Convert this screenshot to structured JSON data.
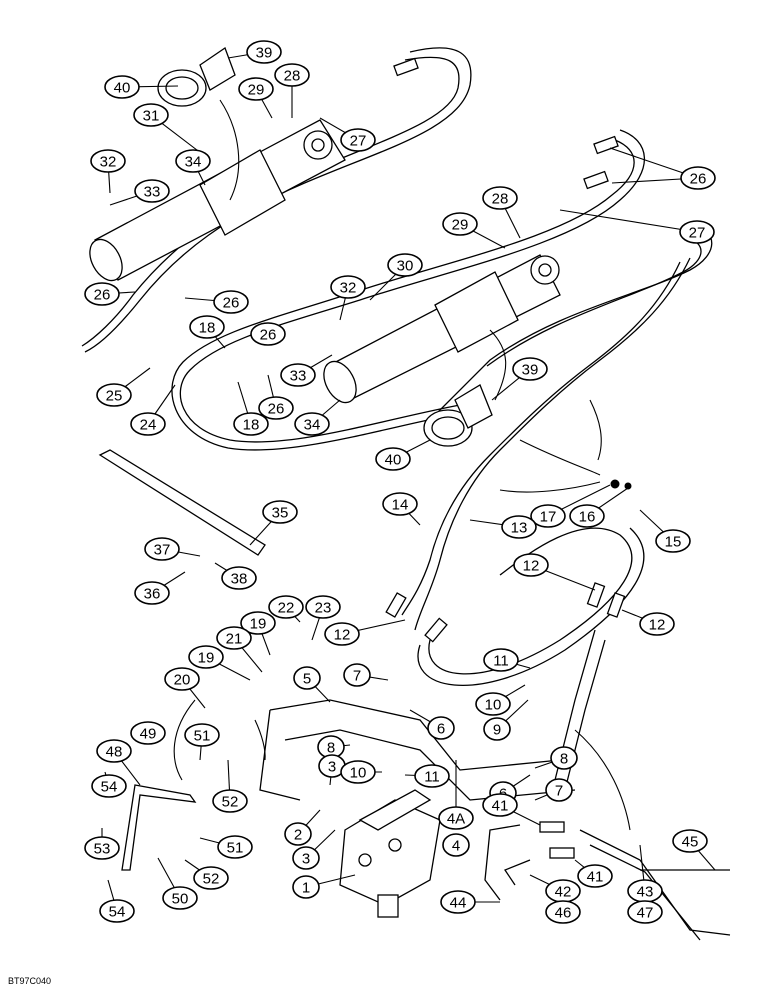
{
  "figure_code": "BT97C040",
  "callouts": [
    {
      "id": "c39a",
      "label": "39"
    },
    {
      "id": "c40a",
      "label": "40"
    },
    {
      "id": "c29a",
      "label": "29"
    },
    {
      "id": "c28a",
      "label": "28"
    },
    {
      "id": "c31",
      "label": "31"
    },
    {
      "id": "c27a",
      "label": "27"
    },
    {
      "id": "c32a",
      "label": "32"
    },
    {
      "id": "c34a",
      "label": "34"
    },
    {
      "id": "c33a",
      "label": "33"
    },
    {
      "id": "c26a",
      "label": "26"
    },
    {
      "id": "c28b",
      "label": "28"
    },
    {
      "id": "c29b",
      "label": "29"
    },
    {
      "id": "c27b",
      "label": "27"
    },
    {
      "id": "c30",
      "label": "30"
    },
    {
      "id": "c26b",
      "label": "26"
    },
    {
      "id": "c26c",
      "label": "26"
    },
    {
      "id": "c32b",
      "label": "32"
    },
    {
      "id": "c18a",
      "label": "18"
    },
    {
      "id": "c26d",
      "label": "26"
    },
    {
      "id": "c33b",
      "label": "33"
    },
    {
      "id": "c25",
      "label": "25"
    },
    {
      "id": "c26e",
      "label": "26"
    },
    {
      "id": "c24",
      "label": "24"
    },
    {
      "id": "c18b",
      "label": "18"
    },
    {
      "id": "c34b",
      "label": "34"
    },
    {
      "id": "c39b",
      "label": "39"
    },
    {
      "id": "c40b",
      "label": "40"
    },
    {
      "id": "c14",
      "label": "14"
    },
    {
      "id": "c17",
      "label": "17"
    },
    {
      "id": "c16",
      "label": "16"
    },
    {
      "id": "c15",
      "label": "15"
    },
    {
      "id": "c35",
      "label": "35"
    },
    {
      "id": "c13",
      "label": "13"
    },
    {
      "id": "c37",
      "label": "37"
    },
    {
      "id": "c38",
      "label": "38"
    },
    {
      "id": "c36",
      "label": "36"
    },
    {
      "id": "c12a",
      "label": "12"
    },
    {
      "id": "c22",
      "label": "22"
    },
    {
      "id": "c23",
      "label": "23"
    },
    {
      "id": "c12b",
      "label": "12"
    },
    {
      "id": "c12c",
      "label": "12"
    },
    {
      "id": "c19a",
      "label": "19"
    },
    {
      "id": "c21",
      "label": "21"
    },
    {
      "id": "c19b",
      "label": "19"
    },
    {
      "id": "c7a",
      "label": "7"
    },
    {
      "id": "c11a",
      "label": "11"
    },
    {
      "id": "c5",
      "label": "5"
    },
    {
      "id": "c20",
      "label": "20"
    },
    {
      "id": "c10a",
      "label": "10"
    },
    {
      "id": "c6a",
      "label": "6"
    },
    {
      "id": "c9",
      "label": "9"
    },
    {
      "id": "c49",
      "label": "49"
    },
    {
      "id": "c48",
      "label": "48"
    },
    {
      "id": "c51a",
      "label": "51"
    },
    {
      "id": "c8a",
      "label": "8"
    },
    {
      "id": "c3a",
      "label": "3"
    },
    {
      "id": "c8b",
      "label": "8"
    },
    {
      "id": "c10b",
      "label": "10"
    },
    {
      "id": "c11b",
      "label": "11"
    },
    {
      "id": "c7b",
      "label": "7"
    },
    {
      "id": "c6b",
      "label": "6"
    },
    {
      "id": "c54a",
      "label": "54"
    },
    {
      "id": "c52a",
      "label": "52"
    },
    {
      "id": "c41a",
      "label": "41"
    },
    {
      "id": "c45",
      "label": "45"
    },
    {
      "id": "c2",
      "label": "2"
    },
    {
      "id": "c4a",
      "label": "4A"
    },
    {
      "id": "c4",
      "label": "4"
    },
    {
      "id": "c51b",
      "label": "51"
    },
    {
      "id": "c53",
      "label": "53"
    },
    {
      "id": "c3b",
      "label": "3"
    },
    {
      "id": "c41b",
      "label": "41"
    },
    {
      "id": "c42",
      "label": "42"
    },
    {
      "id": "c43",
      "label": "43"
    },
    {
      "id": "c1",
      "label": "1"
    },
    {
      "id": "c52b",
      "label": "52"
    },
    {
      "id": "c46",
      "label": "46"
    },
    {
      "id": "c47",
      "label": "47"
    },
    {
      "id": "c54b",
      "label": "54"
    },
    {
      "id": "c50",
      "label": "50"
    },
    {
      "id": "c44",
      "label": "44"
    }
  ]
}
